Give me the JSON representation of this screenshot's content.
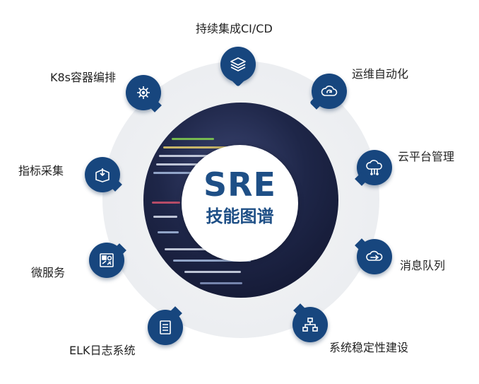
{
  "center": {
    "title": "SRE",
    "subtitle": "技能图谱"
  },
  "colors": {
    "accent": "#17467e",
    "ring": "#eceef1",
    "text": "#222222"
  },
  "items": [
    {
      "label": "持续集成CI/CD",
      "icon": "stack-layers-icon"
    },
    {
      "label": "运维自动化",
      "icon": "cloud-sync-icon"
    },
    {
      "label": "云平台管理",
      "icon": "cloud-network-icon"
    },
    {
      "label": "消息队列",
      "icon": "message-cloud-icon"
    },
    {
      "label": "系统稳定性建设",
      "icon": "hierarchy-icon"
    },
    {
      "label": "ELK日志系统",
      "icon": "document-list-icon"
    },
    {
      "label": "微服务",
      "icon": "microservice-icon"
    },
    {
      "label": "指标采集",
      "icon": "box-download-icon"
    },
    {
      "label": "K8s容器编排",
      "icon": "helm-wheel-icon"
    }
  ]
}
